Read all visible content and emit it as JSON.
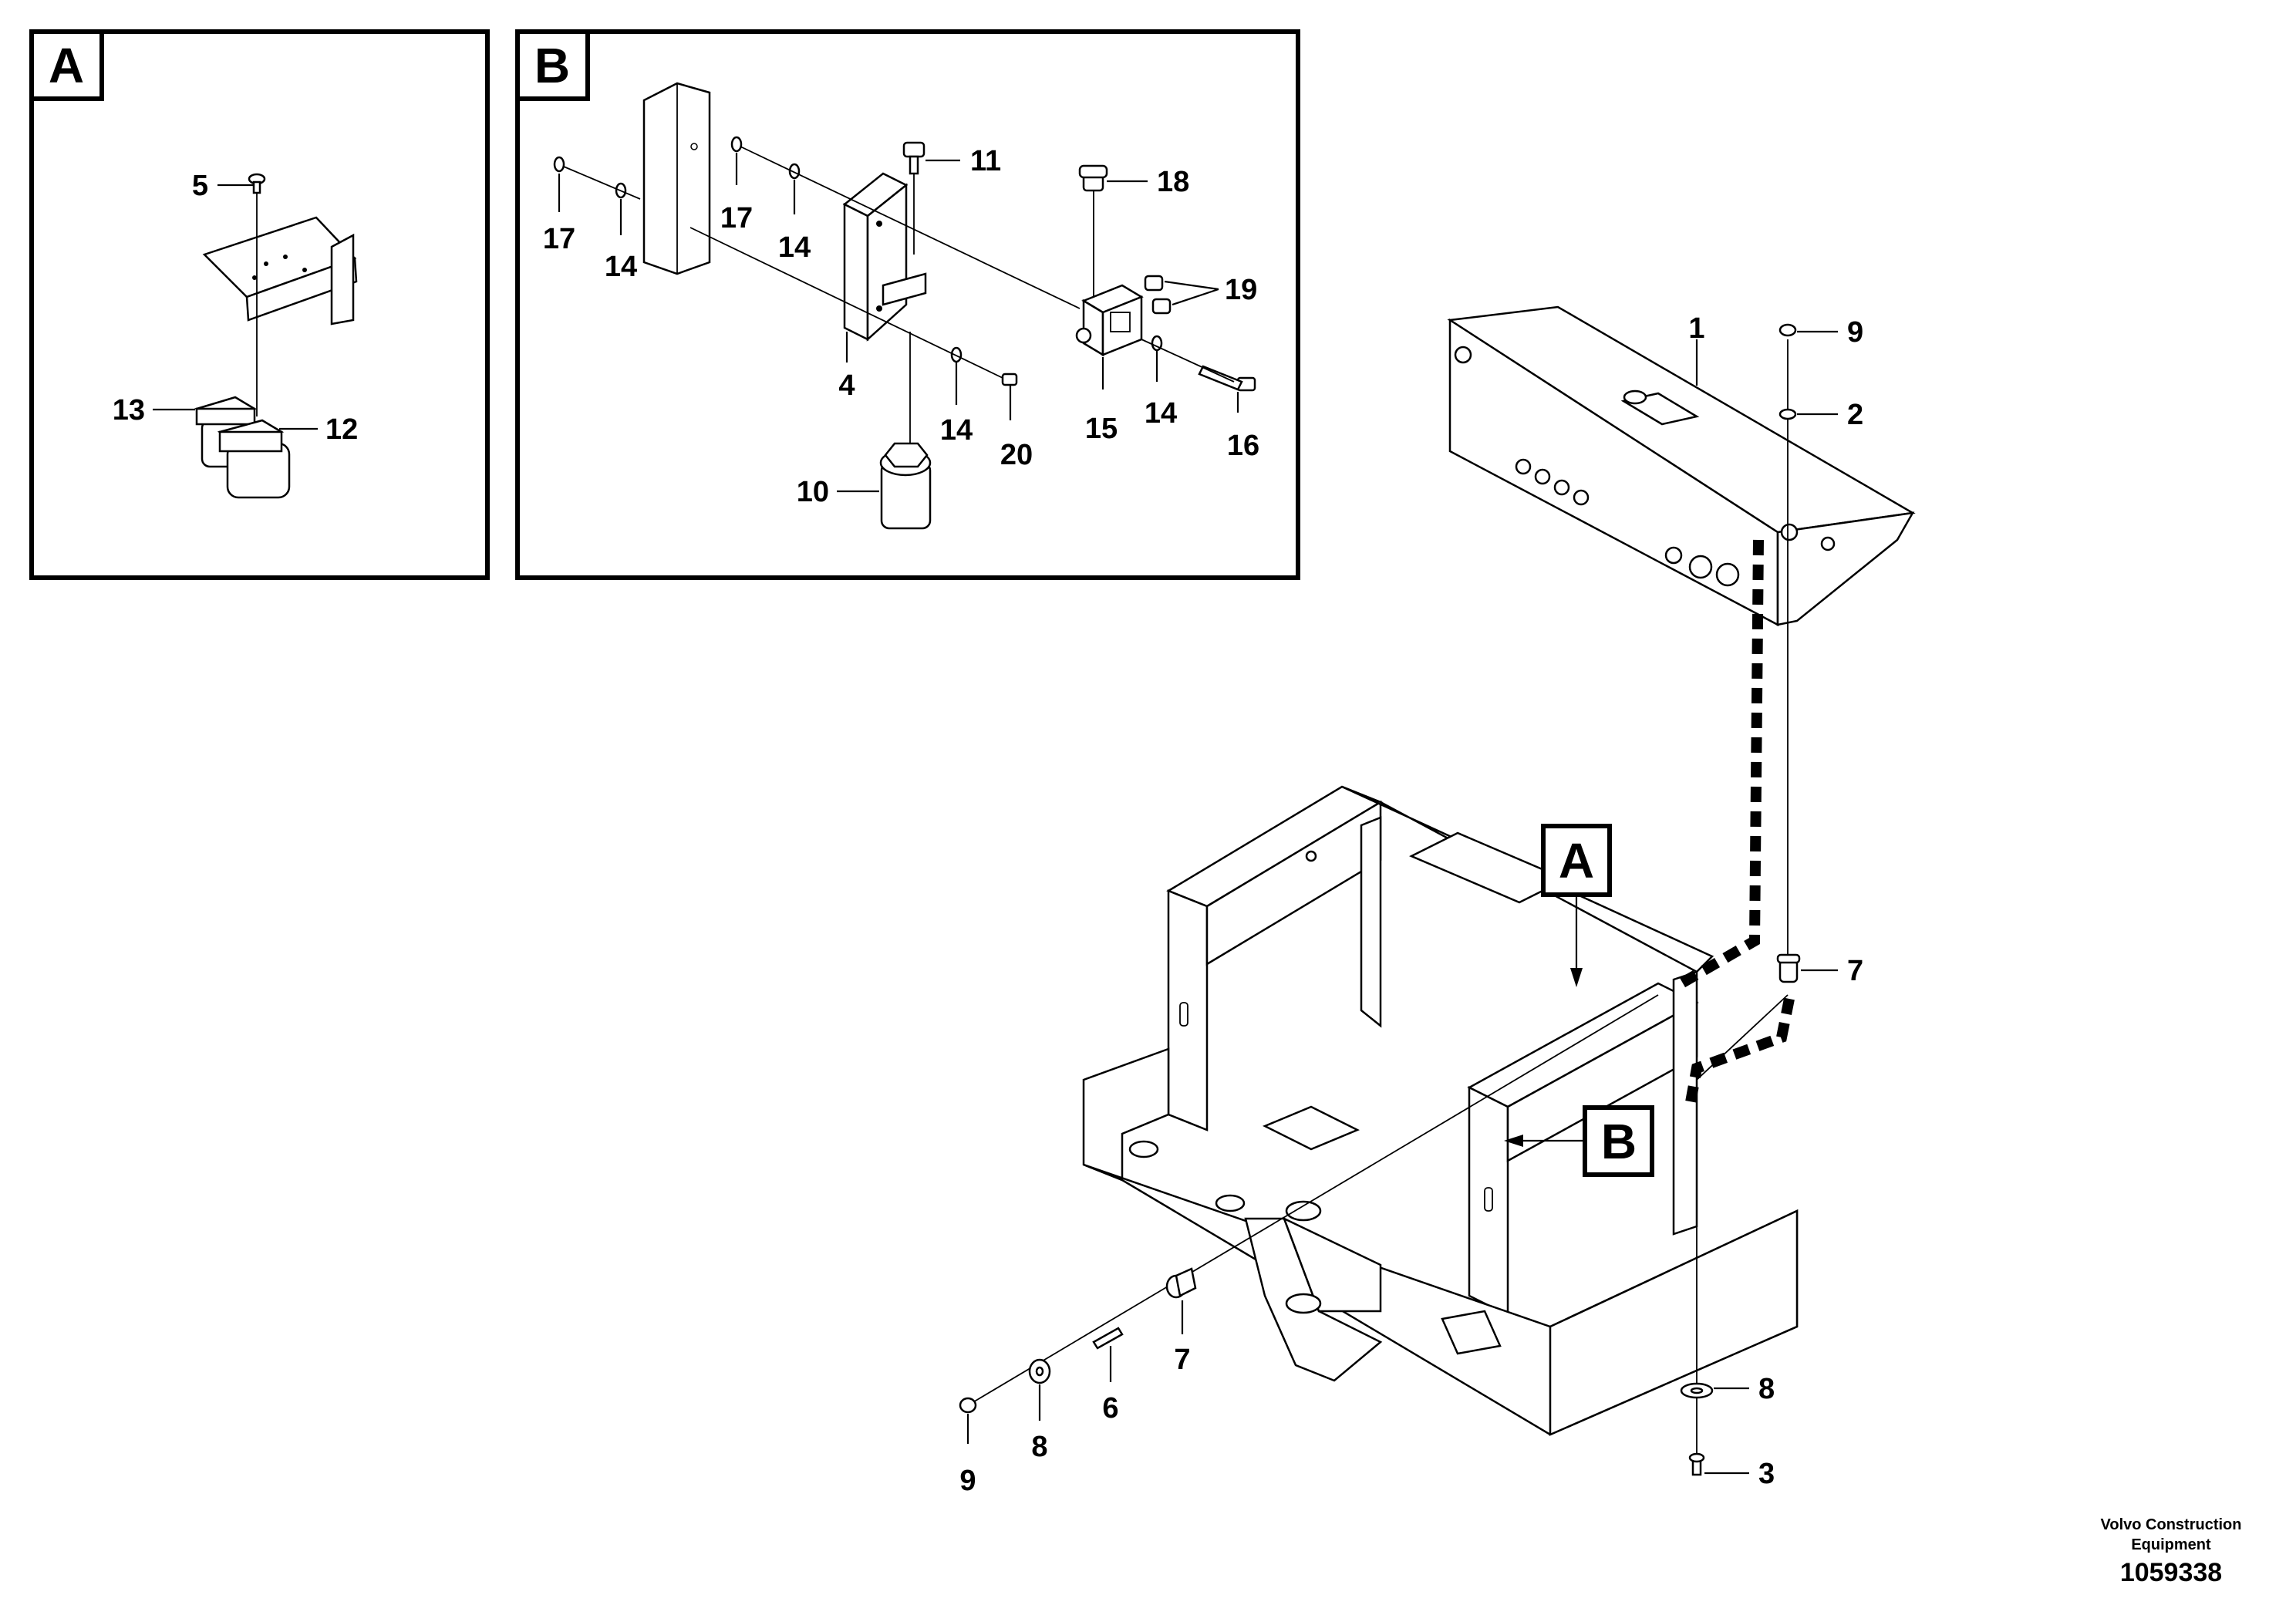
{
  "detail_a": {
    "tag": "A",
    "callouts": [
      "5",
      "13",
      "12"
    ]
  },
  "detail_b": {
    "tag": "B",
    "callouts": [
      "17",
      "14",
      "17",
      "14",
      "11",
      "18",
      "19",
      "4",
      "14",
      "20",
      "15",
      "14",
      "16",
      "10"
    ]
  },
  "main": {
    "callouts": [
      "1",
      "9",
      "2",
      "7",
      "8",
      "3",
      "7",
      "6",
      "8",
      "9"
    ],
    "detail_refs": [
      "A",
      "B"
    ]
  },
  "caption": {
    "company": "Volvo Construction",
    "line2": "Equipment",
    "drawing_number": "1059338"
  }
}
